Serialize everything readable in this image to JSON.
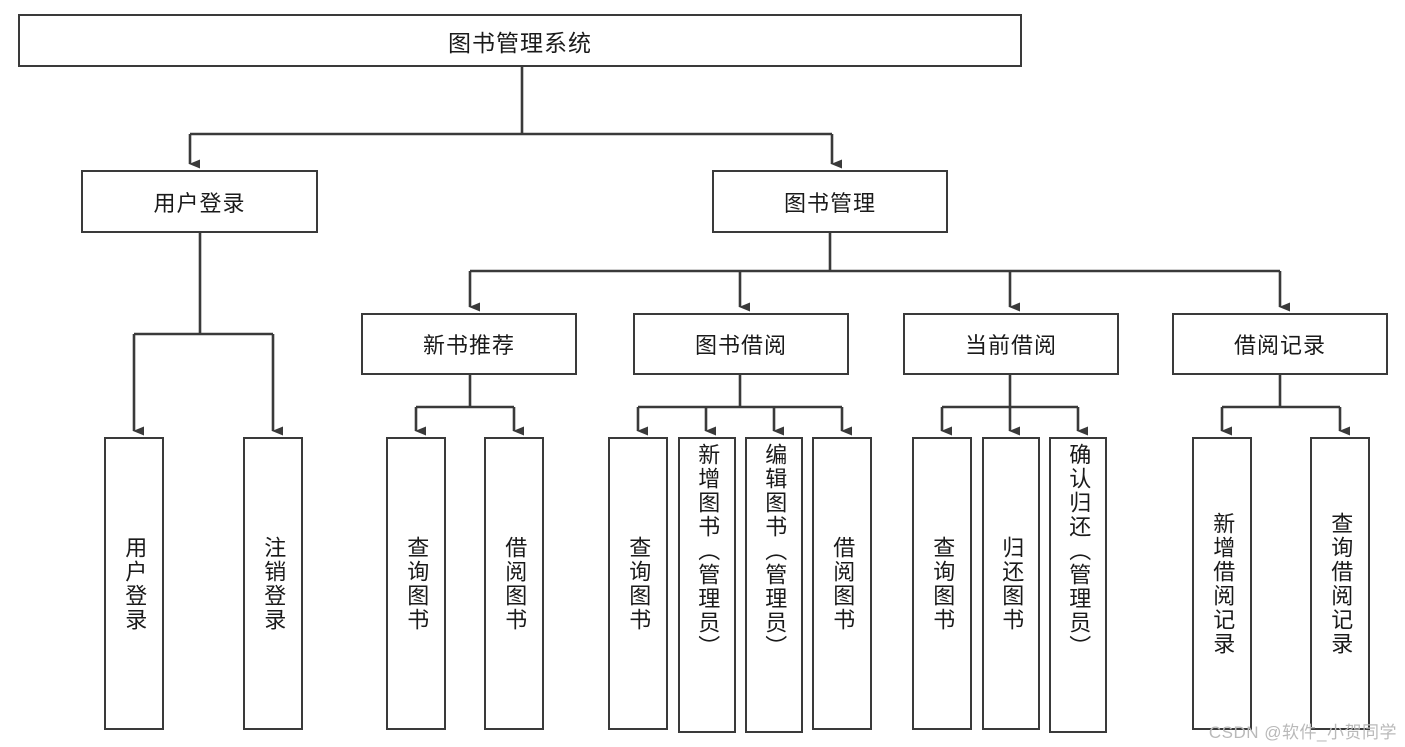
{
  "diagram": {
    "type": "tree-hierarchy-chart",
    "title": "图书管理系统",
    "watermark": "CSDN @软件_小贺同学",
    "colors": {
      "stroke": "#3a3a3a",
      "fill": "#ffffff",
      "text": "#1a1a1a",
      "watermark": "#b9b9b9"
    },
    "root": {
      "label": "图书管理系统"
    },
    "level2": [
      {
        "label": "用户登录"
      },
      {
        "label": "图书管理"
      }
    ],
    "level3": [
      {
        "label": "新书推荐"
      },
      {
        "label": "图书借阅"
      },
      {
        "label": "当前借阅"
      },
      {
        "label": "借阅记录"
      }
    ],
    "leaves": {
      "user_login": [
        {
          "label": "用户登录"
        },
        {
          "label": "注销登录"
        }
      ],
      "new_book": [
        {
          "label": "查询图书"
        },
        {
          "label": "借阅图书"
        }
      ],
      "book_borrow": [
        {
          "label": "查询图书"
        },
        {
          "label": "新增图书（管理员）"
        },
        {
          "label": "编辑图书（管理员）"
        },
        {
          "label": "借阅图书"
        }
      ],
      "current_borrow": [
        {
          "label": "查询图书"
        },
        {
          "label": "归还图书"
        },
        {
          "label": "确认归还（管理员）"
        }
      ],
      "borrow_record": [
        {
          "label": "新增借阅记录"
        },
        {
          "label": "查询借阅记录"
        }
      ]
    }
  }
}
